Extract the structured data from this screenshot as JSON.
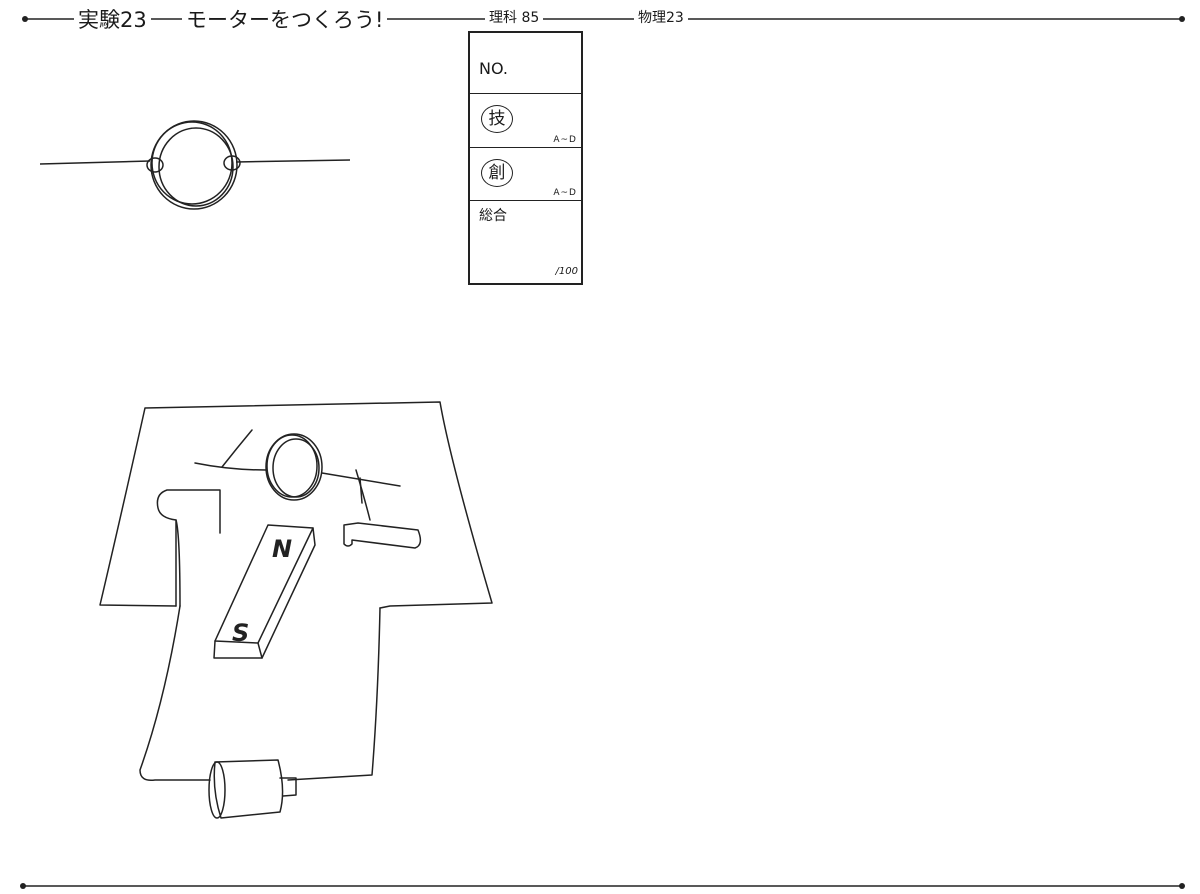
{
  "header": {
    "experiment": "実験23",
    "title": "モーターをつくろう!",
    "ref_science": "理科 85",
    "ref_physics": "物理23"
  },
  "score_box": {
    "number_label": "NO.",
    "skill_label": "技",
    "skill_range": "A~D",
    "creativity_label": "創",
    "creativity_range": "A~D",
    "total_label": "総合",
    "total_max": "/100"
  },
  "illustration": {
    "magnet_north": "N",
    "magnet_south": "S"
  }
}
